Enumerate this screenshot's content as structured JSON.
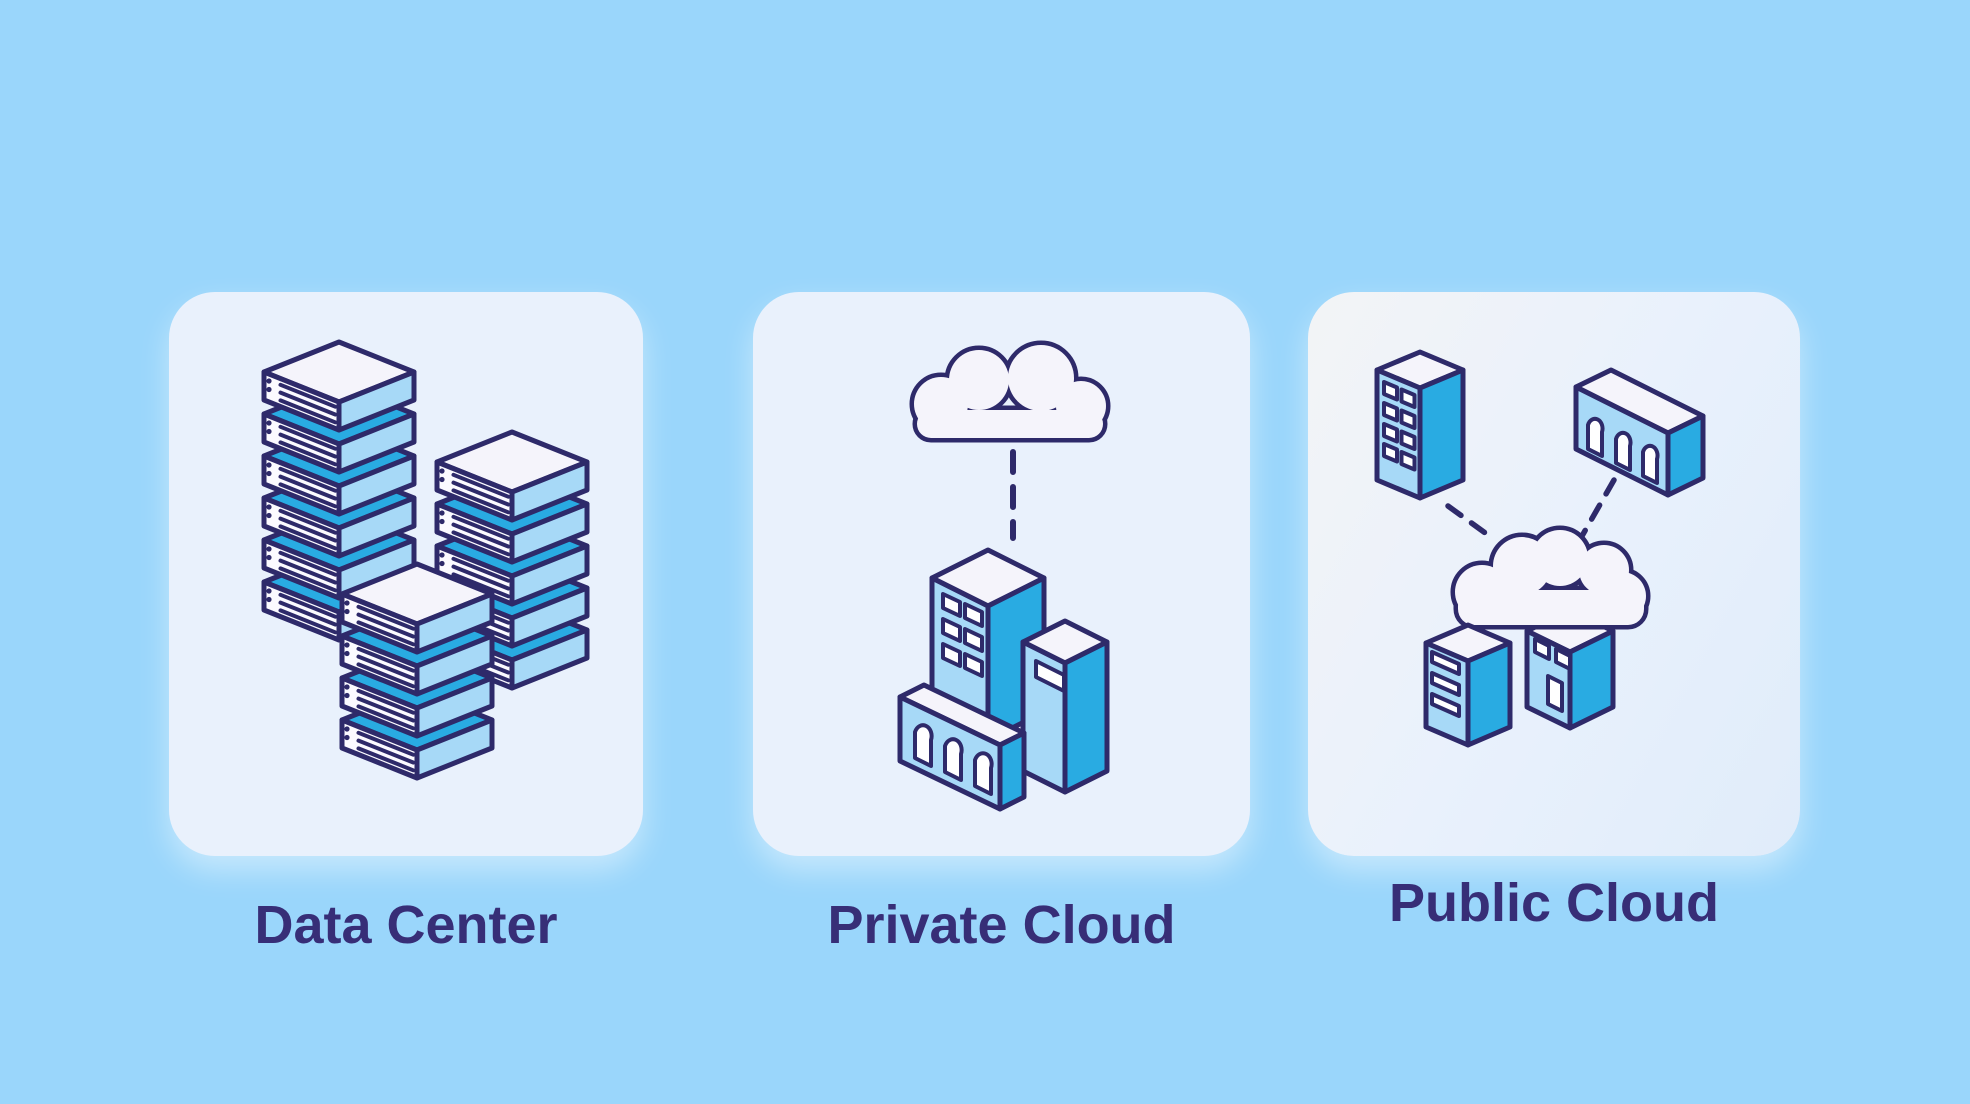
{
  "palette": {
    "background": "#9ad6fb",
    "card_background": "#e9f1fc",
    "card_highlight": "#f3f4f6",
    "outline_navy": "#2e2a6a",
    "accent_cyan": "#29abe2",
    "light_blue": "#a7d9f7",
    "face_white": "#f5f4fb",
    "window_white": "#ffffff",
    "label_text": "#372e77"
  },
  "cards": [
    {
      "id": "data-center",
      "label": "Data Center",
      "icon": "server-stacks-icon"
    },
    {
      "id": "private-cloud",
      "label": "Private Cloud",
      "icon": "cloud-connected-buildings-icon"
    },
    {
      "id": "public-cloud",
      "label": "Public Cloud",
      "icon": "cloud-network-buildings-icon"
    }
  ]
}
